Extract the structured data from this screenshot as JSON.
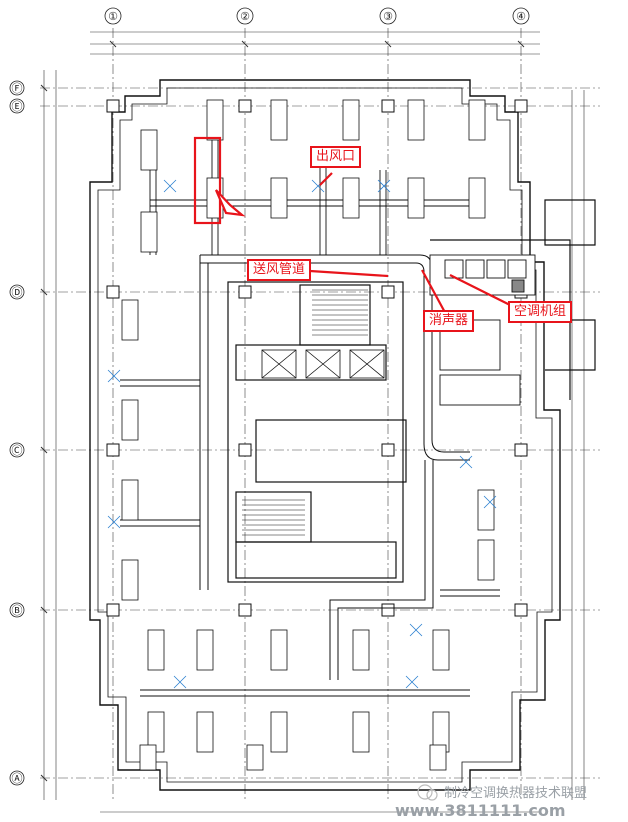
{
  "grid": {
    "columns": [
      "①",
      "②",
      "③",
      "④"
    ],
    "rows": [
      "Ⓕ",
      "Ⓔ",
      "Ⓓ",
      "Ⓒ",
      "Ⓑ",
      "Ⓐ"
    ]
  },
  "labels": {
    "outlet": "出风口",
    "supply_duct": "送风管道",
    "silencer": "消声器",
    "ahu": "空调机组"
  },
  "watermark": {
    "text": "制冷空调换热器技术联盟",
    "site": "www.3811111.com"
  },
  "colors": {
    "line": "#1a1a1a",
    "accent": "#e8141b",
    "duct_fill": "#ffffff"
  }
}
